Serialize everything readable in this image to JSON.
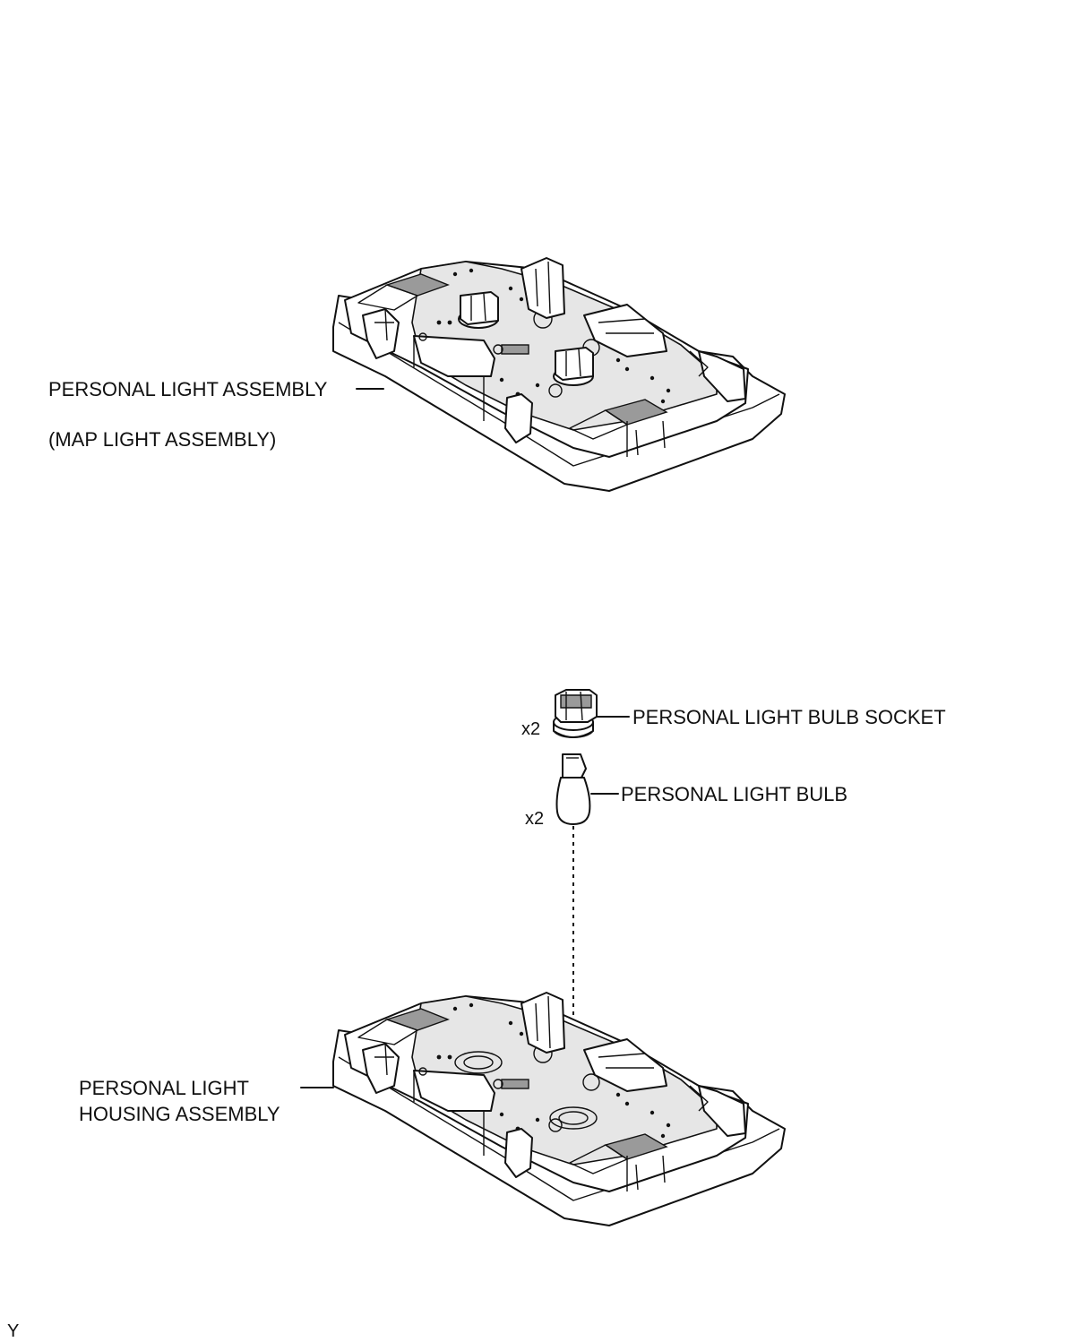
{
  "labels": {
    "personal_light_assembly": "PERSONAL LIGHT ASSEMBLY",
    "map_light_assembly": "(MAP LIGHT ASSEMBLY)",
    "bulb_socket": "PERSONAL LIGHT BULB SOCKET",
    "bulb": "PERSONAL LIGHT BULB",
    "housing_line1": "PERSONAL LIGHT",
    "housing_line2": "HOUSING ASSEMBLY",
    "socket_qty": "x2",
    "bulb_qty": "x2",
    "corner_code": "Y"
  },
  "icons": [
    "light-assembly-drawing",
    "bulb-socket-drawing",
    "bulb-drawing",
    "housing-assembly-drawing"
  ]
}
